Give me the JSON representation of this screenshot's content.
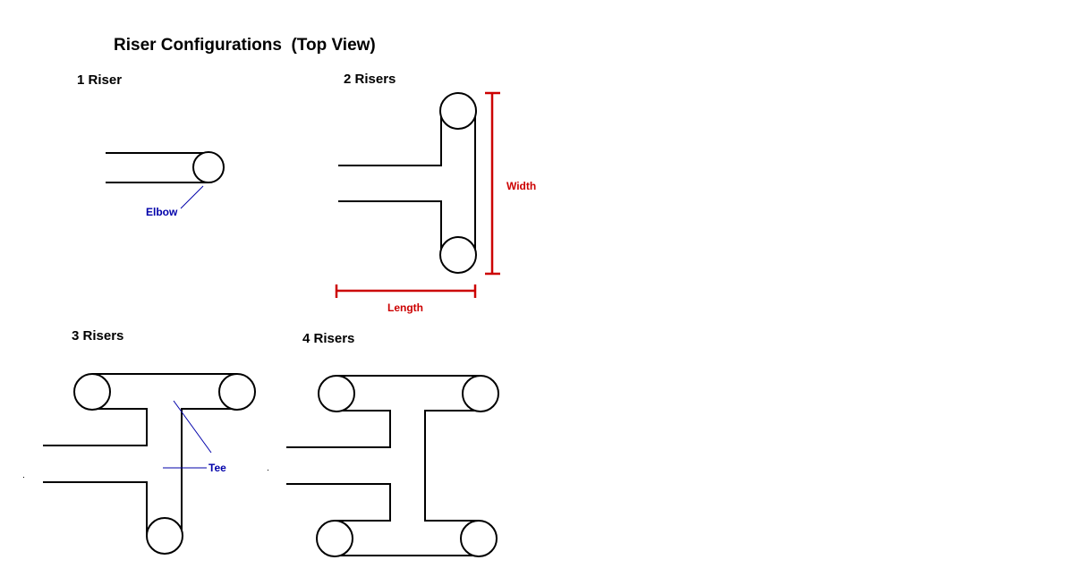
{
  "title": "Riser Configurations  (Top View)",
  "configs": {
    "one": {
      "label": "1 Riser"
    },
    "two": {
      "label": "2 Risers"
    },
    "three": {
      "label": "3 Risers"
    },
    "four": {
      "label": "4 Risers"
    }
  },
  "annotations": {
    "elbow": "Elbow",
    "tee": "Tee",
    "width": "Width",
    "length": "Length"
  },
  "colors": {
    "annotation_blue": "#0000aa",
    "dimension_red": "#cc0000",
    "outline": "#000000"
  }
}
